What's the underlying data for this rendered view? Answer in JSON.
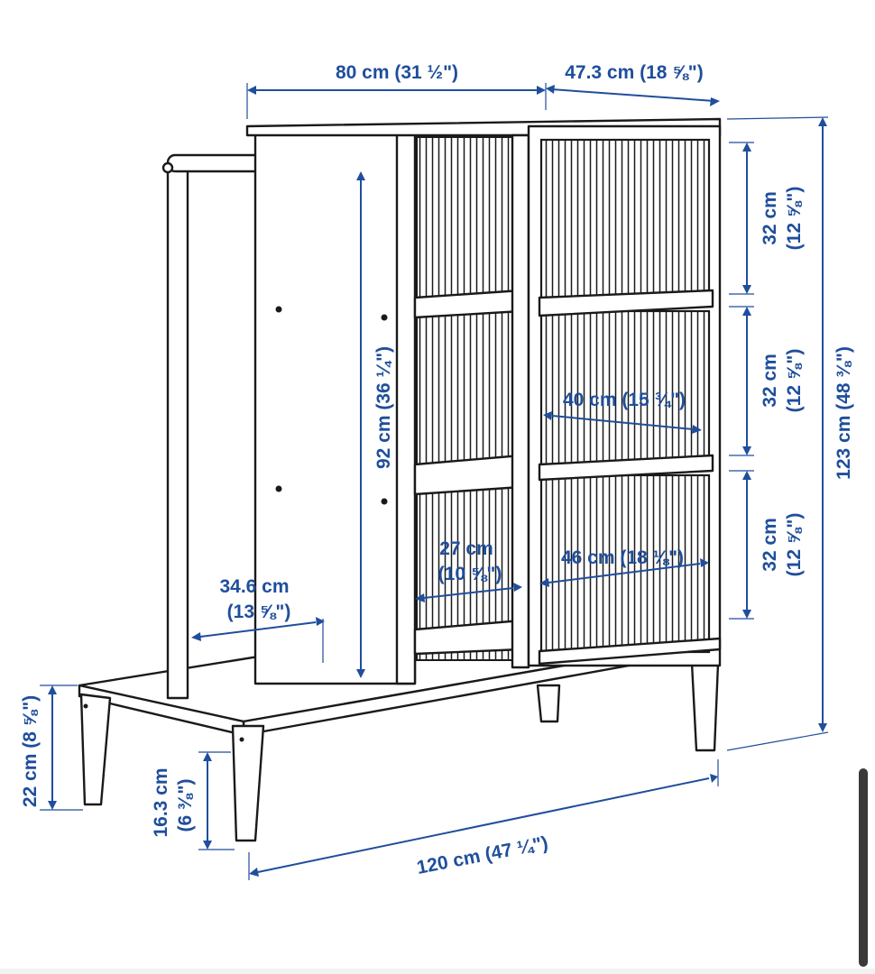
{
  "product_diagram": {
    "dimensions": {
      "width_total": "80 cm (31 ½\")",
      "depth": "47.3 cm (18 ⅝\")",
      "section_height_1": "32 cm",
      "section_height_1_in": "(12 ⅝\")",
      "section_height_2": "32 cm",
      "section_height_2_in": "(12 ⅝\")",
      "section_height_3": "32 cm",
      "section_height_3_in": "(12 ⅝\")",
      "total_height": "123 cm (48 ⅜\")",
      "inner_height": "92 cm (36 ¼\")",
      "shelf_depth": "40 cm (15 ¾\")",
      "small_shelf_width": "27 cm",
      "small_shelf_width_in": "(10 ⅝\")",
      "drawer_width": "46 cm (18 ⅛\")",
      "open_section_width": "34.6 cm",
      "open_section_width_in": "(13 ⅝\")",
      "base_height": "22 cm (8 ⅝\")",
      "clearance": "16.3 cm",
      "clearance_in": "(6 ⅜\")",
      "base_width": "120 cm (47 ¼\")"
    }
  }
}
